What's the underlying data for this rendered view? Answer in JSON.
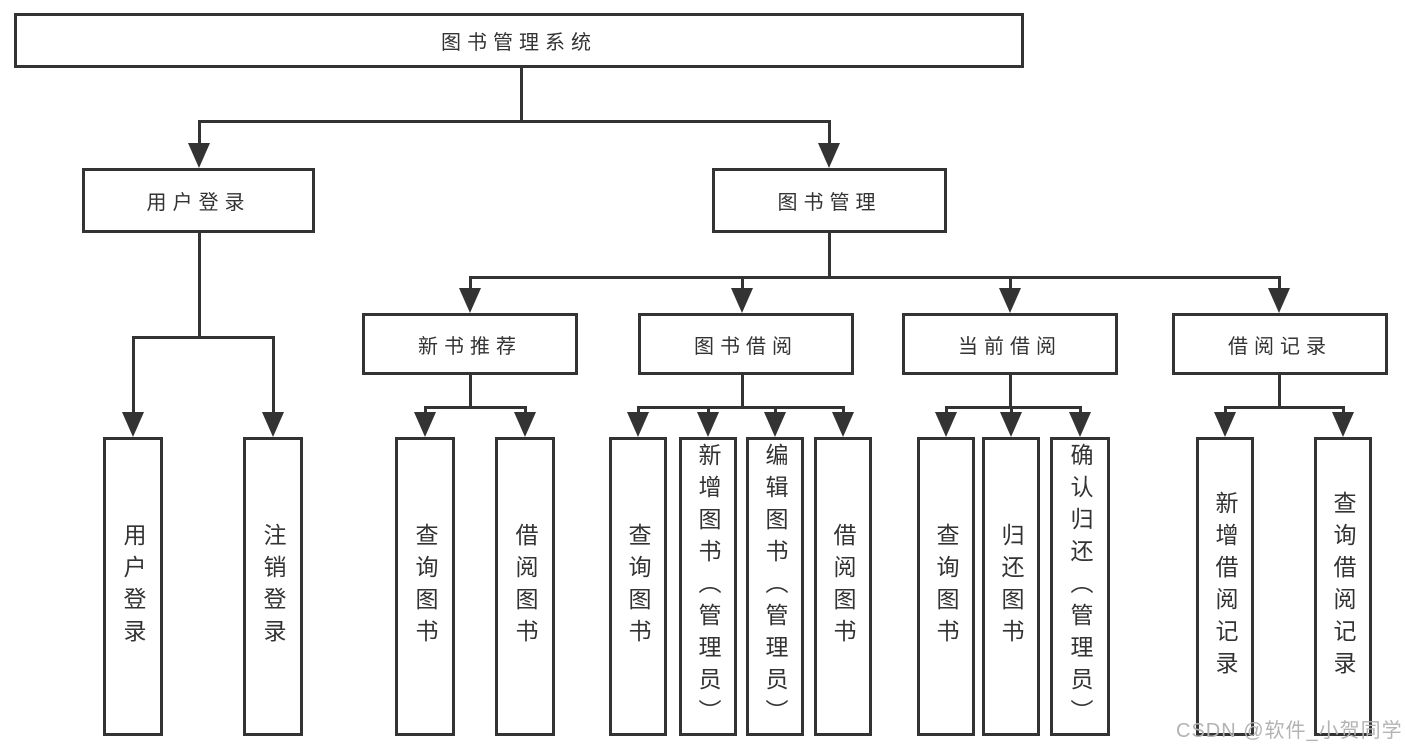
{
  "diagram": {
    "root_label": "图书管理系统",
    "level2": {
      "user_login": "用户登录",
      "book_mgmt": "图书管理"
    },
    "level3": {
      "new_books": "新书推荐",
      "book_borrow": "图书借阅",
      "current_borrow": "当前借阅",
      "borrow_records": "借阅记录"
    },
    "leaves": {
      "user_login": [
        "用户登录",
        "注销登录"
      ],
      "new_books": [
        "查询图书",
        "借阅图书"
      ],
      "book_borrow": [
        "查询图书",
        "新增图书（管理员）",
        "编辑图书（管理员）",
        "借阅图书"
      ],
      "current_borrow": [
        "查询图书",
        "归还图书",
        "确认归还（管理员）"
      ],
      "borrow_records": [
        "新增借阅记录",
        "查询借阅记录"
      ]
    }
  },
  "watermark": {
    "text": "CSDN @软件_小贺同学"
  },
  "colors": {
    "line": "#333333",
    "text": "#333333",
    "box_background": "#ffffff",
    "page_background": "#ffffff",
    "watermark": "#b3b3b3"
  }
}
